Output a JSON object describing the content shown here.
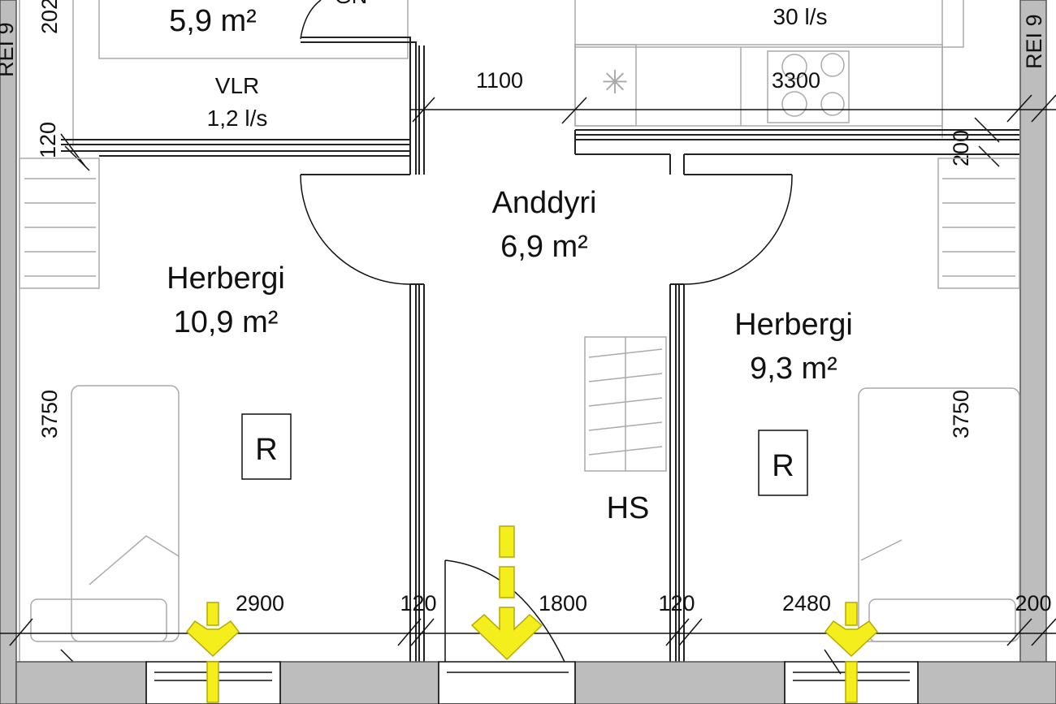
{
  "title": "Floor plan – apartment section",
  "rooms": {
    "top_left": {
      "area": "5,9 m²",
      "label_partial": "GN"
    },
    "vlr": {
      "name": "VLR",
      "flow": "1,2 l/s"
    },
    "kitchen_hood": {
      "flow": "30 l/s"
    },
    "entry": {
      "name": "Anddyri",
      "area": "6,9 m²"
    },
    "bedroom_left": {
      "name": "Herbergi",
      "area": "10,9 m²",
      "marker": "R"
    },
    "bedroom_right": {
      "name": "Herbergi",
      "area": "9,3 m²",
      "marker": "R"
    },
    "wardrobe": {
      "label": "HS"
    }
  },
  "walls": {
    "fire_rating_left": "REI 9",
    "fire_rating_right": "REI 9"
  },
  "dimensions": {
    "top_left_vertical": "202",
    "entry_width": "1100",
    "kitchen_width": "3300",
    "wall_left_top": "120",
    "wall_right_top": "200",
    "room_depth_left": "3750",
    "room_depth_right": "3750",
    "bottom": [
      "2900",
      "120",
      "1800",
      "120",
      "2480",
      "200"
    ]
  },
  "colors": {
    "wall_fill": "#bdbdbd",
    "arrow": "#f4ee1c"
  }
}
